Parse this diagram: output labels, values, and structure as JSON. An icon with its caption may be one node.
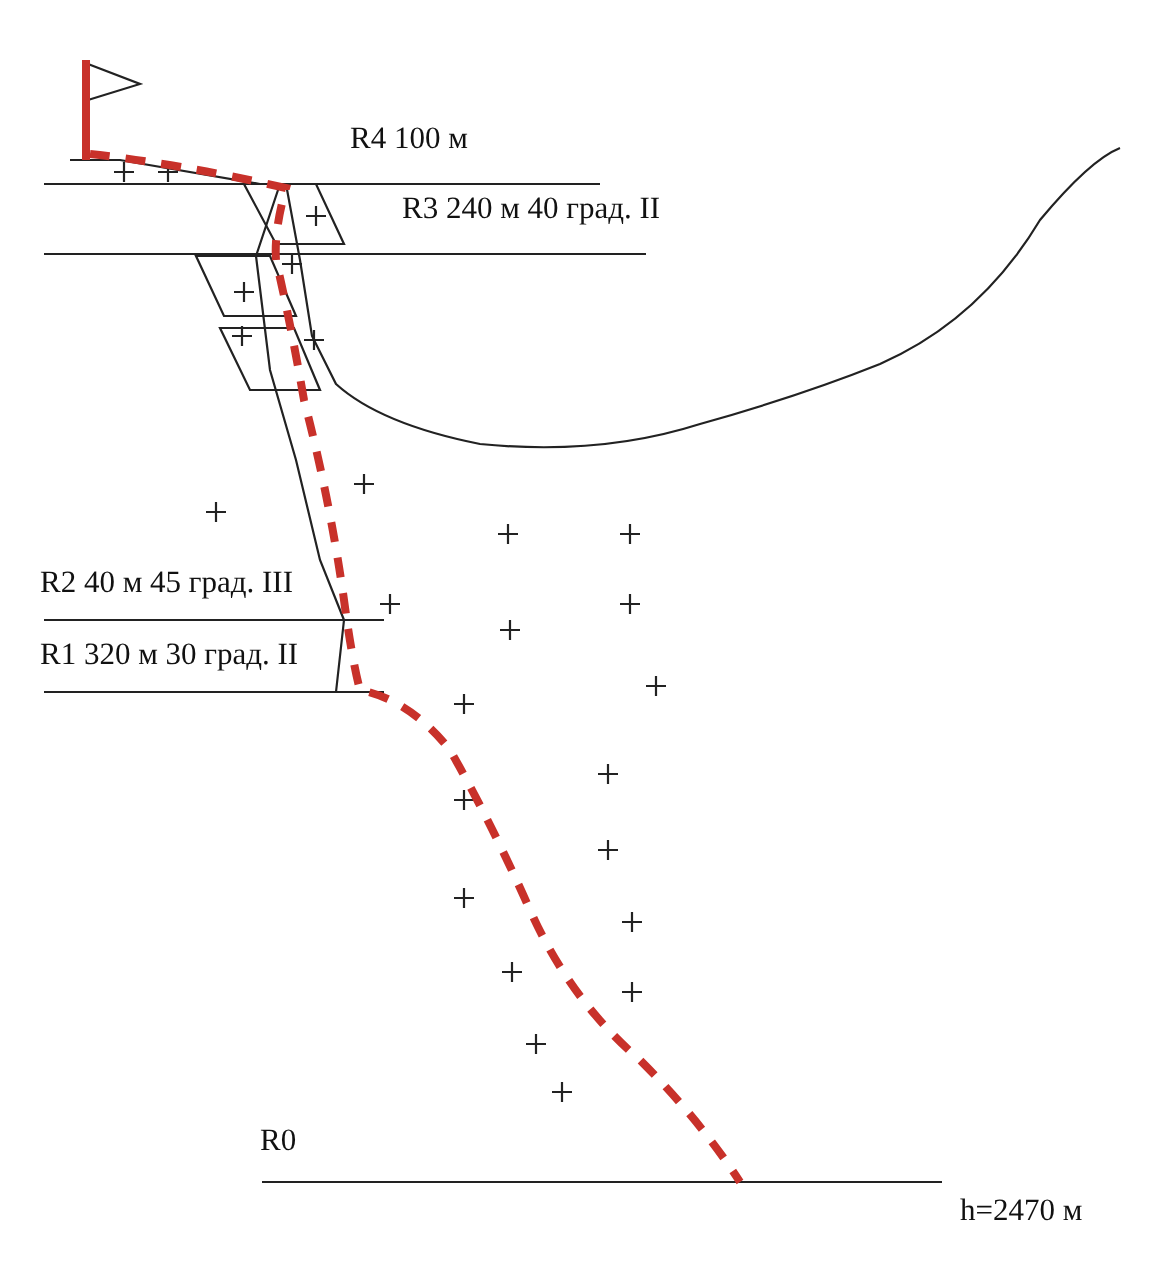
{
  "diagram": {
    "labels": [
      "R4 100 м",
      "R3 240 м 40 град. II",
      "R2 40 м 45 град. III",
      "R1 320 м 30 град. II",
      "R0",
      "h=2470 м"
    ]
  }
}
